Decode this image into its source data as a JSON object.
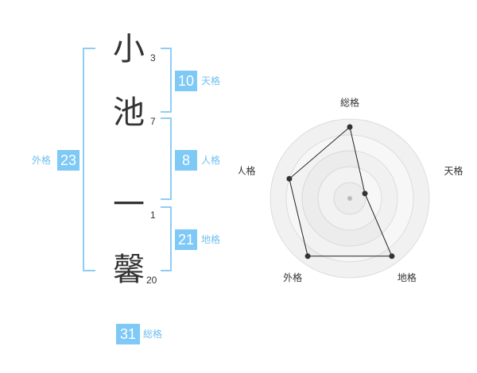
{
  "name": {
    "chars": [
      {
        "char": "小",
        "strokes": "3"
      },
      {
        "char": "池",
        "strokes": "7"
      },
      {
        "char": "一",
        "strokes": "1"
      },
      {
        "char": "馨",
        "strokes": "20"
      }
    ]
  },
  "fortunes": {
    "tenkaku": {
      "value": "10",
      "label": "天格"
    },
    "jinkaku": {
      "value": "8",
      "label": "人格"
    },
    "chikaku": {
      "value": "21",
      "label": "地格"
    },
    "gaikaku": {
      "value": "23",
      "label": "外格"
    },
    "soukaku": {
      "value": "31",
      "label": "総格"
    }
  },
  "colors": {
    "accent": "#7ec9f5",
    "bracket": "#8fcdf3"
  },
  "chart_data": {
    "type": "radar",
    "axes": [
      "総格",
      "天格",
      "地格",
      "外格",
      "人格"
    ],
    "values": [
      0.9,
      0.2,
      0.9,
      0.9,
      0.8
    ],
    "rings": 5,
    "max": 1
  }
}
